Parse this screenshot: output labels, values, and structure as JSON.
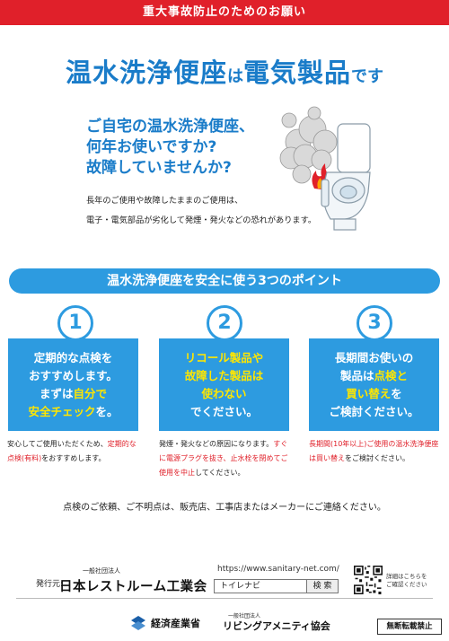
{
  "banner": "重大事故防止のためのお願い",
  "headline": {
    "main": "温水洗浄便座",
    "mid": "は",
    "main2": "電気製品",
    "end": "です"
  },
  "question": [
    "ご自宅の温水洗浄便座、",
    "何年お使いですか?",
    "故障していませんか?"
  ],
  "warning": [
    "長年のご使用や故障したままのご使用は、",
    "電子・電気部品が劣化して発煙・発火などの恐れがあります。"
  ],
  "points_header": "温水洗浄便座を安全に使う3つのポイント",
  "points": [
    {
      "number": "1",
      "lines": [
        {
          "parts": [
            {
              "text": "定期的な点検を",
              "hl": false
            }
          ]
        },
        {
          "parts": [
            {
              "text": "おすすめします。",
              "hl": false
            }
          ]
        },
        {
          "parts": [
            {
              "text": "まずは",
              "hl": false
            },
            {
              "text": "自分で",
              "hl": true
            }
          ]
        },
        {
          "parts": [
            {
              "text": "安全チェック",
              "hl": true
            },
            {
              "text": "を。",
              "hl": false
            }
          ]
        }
      ],
      "note": [
        {
          "text": "安心してご使用いただくため、",
          "red": false
        },
        {
          "text": "定期的な点検(有料)",
          "red": true
        },
        {
          "text": "をおすすめします。",
          "red": false
        }
      ]
    },
    {
      "number": "2",
      "lines": [
        {
          "parts": [
            {
              "text": "リコール製品や",
              "hl": true
            }
          ]
        },
        {
          "parts": [
            {
              "text": "故障した製品は",
              "hl": true
            }
          ]
        },
        {
          "parts": [
            {
              "text": "使わない",
              "hl": true
            }
          ]
        },
        {
          "parts": [
            {
              "text": "でください。",
              "hl": false
            }
          ]
        }
      ],
      "note": [
        {
          "text": "発煙・発火などの原因になります。",
          "red": false
        },
        {
          "text": "すぐに電源プラグを抜き、止水栓を閉めてご使用を中止",
          "red": true
        },
        {
          "text": "してください。",
          "red": false
        }
      ]
    },
    {
      "number": "3",
      "lines": [
        {
          "parts": [
            {
              "text": "長期間お使いの",
              "hl": false
            }
          ]
        },
        {
          "parts": [
            {
              "text": "製品は",
              "hl": false
            },
            {
              "text": "点検と",
              "hl": true
            }
          ]
        },
        {
          "parts": [
            {
              "text": "買い替え",
              "hl": true
            },
            {
              "text": "を",
              "hl": false
            }
          ]
        },
        {
          "parts": [
            {
              "text": "ご検討ください。",
              "hl": false
            }
          ]
        }
      ],
      "note": [
        {
          "text": "長期間(10年以上)ご使用の温水洗浄便座は買い替え",
          "red": true
        },
        {
          "text": "をご検討ください。",
          "red": false
        }
      ]
    }
  ],
  "contact": "点検のご依頼、ご不明点は、販売店、工事店またはメーカーにご連絡ください。",
  "publisher": {
    "label": "発行元:",
    "sub": "一般社団法人",
    "name": "日本レストルーム工業会"
  },
  "web": {
    "url": "https://www.sanitary-net.com/",
    "search_value": "トイレナビ",
    "search_button": "検 索"
  },
  "qr_note": [
    "詳細はこちらを",
    "ご確認ください"
  ],
  "footer": {
    "meti": "経済産業省",
    "living_sub": "一般社団法人",
    "living_name": "リビングアメニティ協会",
    "no_reprint": "無断転載禁止"
  },
  "colors": {
    "red": "#e0202a",
    "blue": "#1a7cc9",
    "box_blue": "#2d9be0",
    "highlight": "#ffe600"
  }
}
